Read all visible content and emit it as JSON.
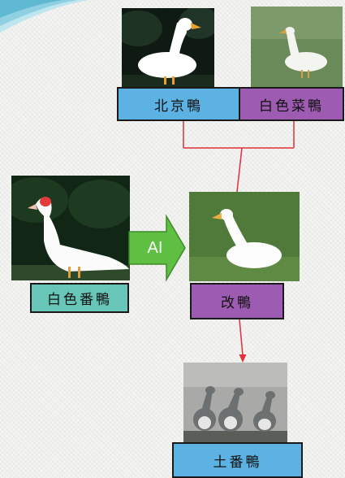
{
  "labels": {
    "peking_duck": "北京鴨",
    "white_caiya": "白色菜鴨",
    "white_muscovy": "白色番鴨",
    "improved_duck": "改鴨",
    "mule_duck": "土番鴨"
  },
  "arrow": {
    "label": "AI"
  },
  "colors": {
    "blue_box": "#5cb3e3",
    "purple_box": "#9d5bb1",
    "teal_box": "#67c6b7",
    "arrow_green": "#5fbf43",
    "connector_red": "#e0303a"
  }
}
